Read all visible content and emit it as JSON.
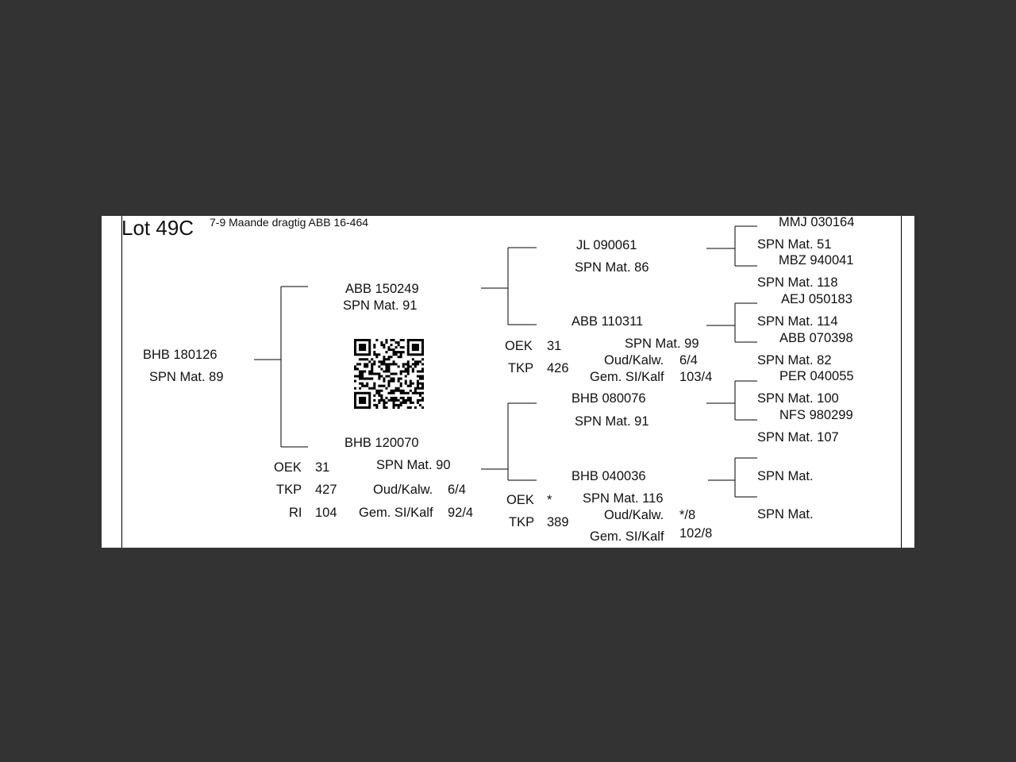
{
  "header": {
    "lot": "Lot 49C",
    "subtitle": "7-9 Maande dragtig ABB 16-464"
  },
  "animal": {
    "id": "BHB 180126",
    "spn": "SPN Mat. 89"
  },
  "sire": {
    "id": "ABB 150249",
    "spn": "SPN Mat. 91",
    "sire": {
      "id": "JL  090061",
      "spn": "SPN Mat. 86",
      "sire": {
        "id": "MMJ 030164",
        "spn": "SPN Mat. 51"
      },
      "dam": {
        "id": "MBZ 940041",
        "spn": "SPN Mat. 118"
      }
    },
    "dam": {
      "id": "ABB 110311",
      "spn": "SPN Mat. 99",
      "oek_label": "OEK",
      "oek": "31",
      "tkp_label": "TKP",
      "tkp": "426",
      "oud_label": "Oud/Kalw.",
      "oud": "6/4",
      "gem_label": "Gem. SI/Kalf",
      "gem": "103/4",
      "sire": {
        "id": "AEJ 050183",
        "spn": "SPN Mat. 114"
      },
      "dam": {
        "id": "ABB 070398",
        "spn": "SPN Mat. 82"
      }
    }
  },
  "dam": {
    "id": "BHB 120070",
    "spn": "SPN Mat. 90",
    "oek_label": "OEK",
    "oek": "31",
    "tkp_label": "TKP",
    "tkp": "427",
    "ri_label": "RI",
    "ri": "104",
    "oud_label": "Oud/Kalw.",
    "oud": "6/4",
    "gem_label": "Gem. SI/Kalf",
    "gem": "92/4",
    "sire": {
      "id": "BHB 080076",
      "spn": "SPN Mat. 91",
      "sire": {
        "id": "PER 040055",
        "spn": "SPN Mat. 100"
      },
      "dam": {
        "id": "NFS 980299",
        "spn": "SPN Mat. 107"
      }
    },
    "dam": {
      "id": "BHB 040036",
      "spn": "SPN Mat. 116",
      "oek_label": "OEK",
      "oek": "*",
      "tkp_label": "TKP",
      "tkp": "389",
      "oud_label": "Oud/Kalw.",
      "oud": "*/8",
      "gem_label": "Gem. SI/Kalf",
      "gem": "102/8",
      "sire": {
        "spn": "SPN Mat."
      },
      "dam": {
        "spn": "SPN Mat."
      }
    }
  }
}
